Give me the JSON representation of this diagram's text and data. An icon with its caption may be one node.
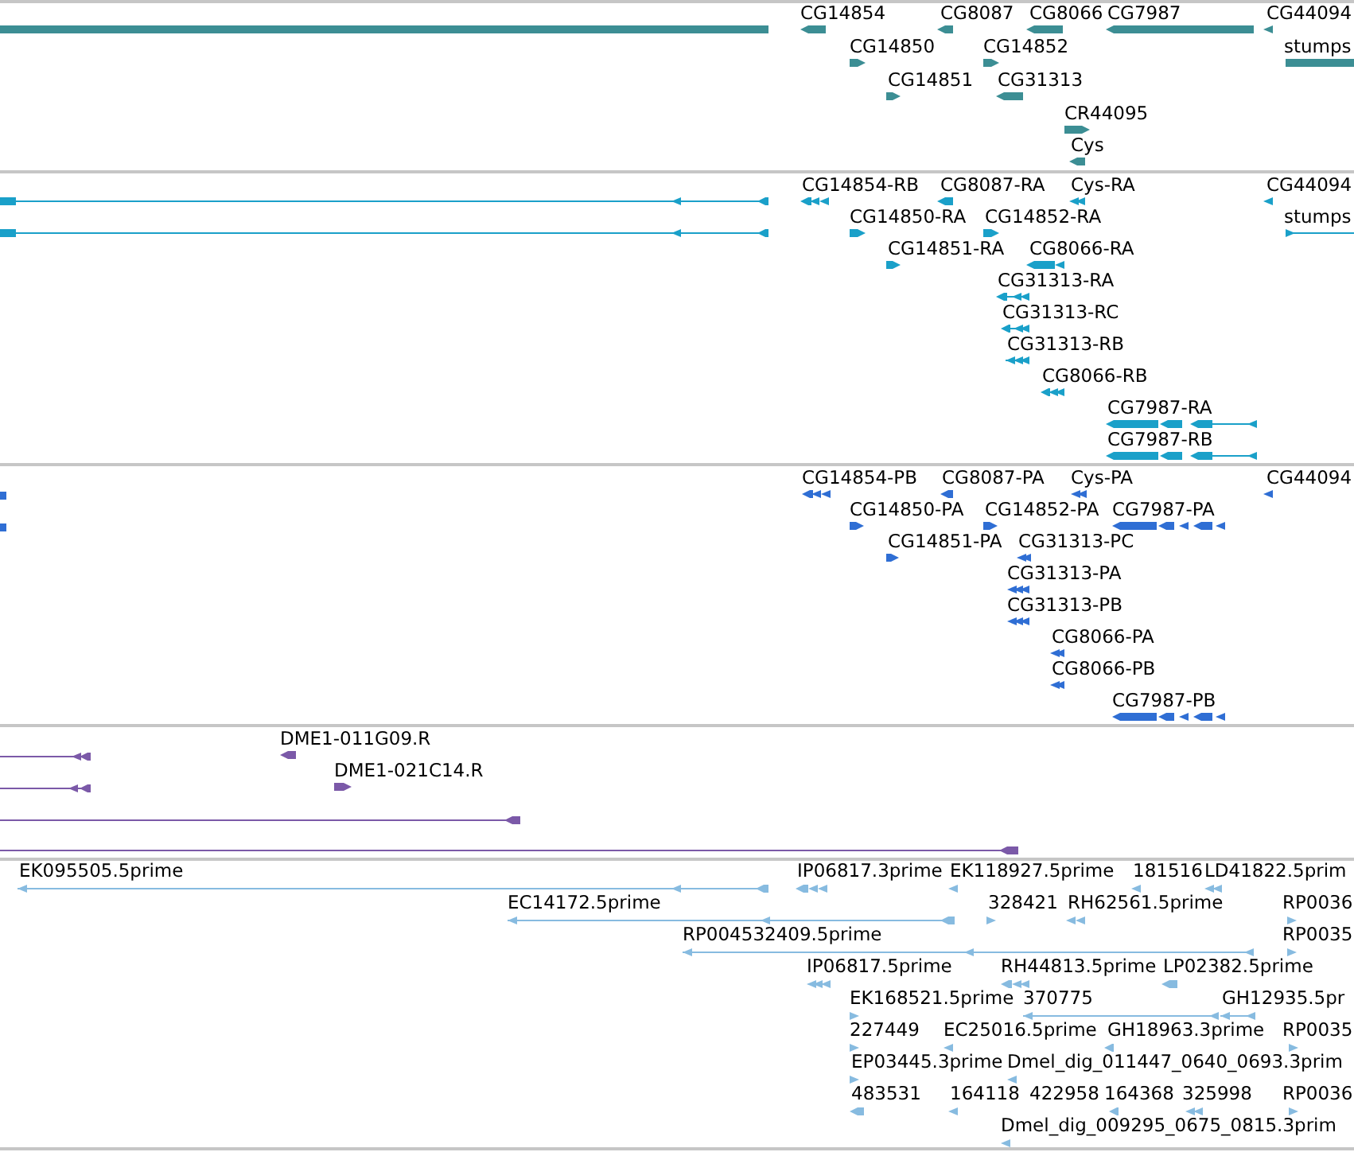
{
  "diagram": {
    "nodes": [
      {
        "text": [],
        "shape": "bar"
      },
      {
        "text": [
          "CG14854"
        ]
      },
      {
        "text": [
          "CG8087"
        ]
      },
      {
        "text": [
          "CG8066"
        ]
      },
      {
        "text": [
          "CG7987"
        ]
      },
      {
        "text": [
          "CG44094"
        ]
      },
      {
        "text": [
          "CG14850"
        ]
      },
      {
        "text": [
          "CG14852"
        ]
      },
      {
        "text": [
          "stumps"
        ]
      },
      {
        "text": [
          "CG14851"
        ]
      },
      {
        "text": [
          "CG31313"
        ]
      },
      {
        "text": [
          "CR44095"
        ]
      },
      {
        "text": [
          "Cys"
        ]
      },
      {
        "text": [],
        "shape": "line"
      },
      {
        "text": [
          "CG14854-RB"
        ]
      },
      {
        "text": [
          "CG8087-RA"
        ]
      },
      {
        "text": [
          "Cys-RA"
        ]
      },
      {
        "text": [
          "CG44094"
        ]
      },
      {
        "text": [],
        "shape": "line"
      },
      {
        "text": [
          "CG14850-RA"
        ]
      },
      {
        "text": [
          "CG14852-RA"
        ]
      },
      {
        "text": [
          "stumps"
        ]
      },
      {
        "text": [
          "CG14851-RA"
        ]
      },
      {
        "text": [
          "CG8066-RA"
        ]
      },
      {
        "text": [
          "CG31313-RA"
        ]
      },
      {
        "text": [
          "CG31313-RC"
        ]
      },
      {
        "text": [
          "CG31313-RB"
        ]
      },
      {
        "text": [
          "CG8066-RB"
        ]
      },
      {
        "text": [
          "CG7987-RA"
        ]
      },
      {
        "text": [
          "CG7987-RB"
        ]
      },
      {
        "text": [],
        "shape": "bar"
      },
      {
        "text": [
          "CG14854-PB"
        ]
      },
      {
        "text": [
          "CG8087-PA"
        ]
      },
      {
        "text": [
          "Cys-PA"
        ]
      },
      {
        "text": [
          "CG44094"
        ]
      },
      {
        "text": [],
        "shape": "bar"
      },
      {
        "text": [
          "CG14850-PA"
        ]
      },
      {
        "text": [
          "CG14852-PA"
        ]
      },
      {
        "text": [
          "CG7987-PA"
        ]
      },
      {
        "text": [
          "CG14851-PA"
        ]
      },
      {
        "text": [
          "CG31313-PC"
        ]
      },
      {
        "text": [
          "CG31313-PA"
        ]
      },
      {
        "text": [
          "CG31313-PB"
        ]
      },
      {
        "text": [
          "CG8066-PA"
        ]
      },
      {
        "text": [
          "CG8066-PB"
        ]
      },
      {
        "text": [
          "CG7987-PB"
        ]
      },
      {
        "text": [],
        "shape": "line"
      },
      {
        "text": [
          "DME1-011G09.R"
        ]
      },
      {
        "text": [],
        "shape": "line"
      },
      {
        "text": [
          "DME1-021C14.R"
        ]
      },
      {
        "text": [],
        "shape": "line"
      },
      {
        "text": [],
        "shape": "line"
      },
      {
        "text": [
          "EK095505.5prime"
        ]
      },
      {
        "text": [
          "IP06817.3prime"
        ]
      },
      {
        "text": [
          "EK118927.5prime"
        ]
      },
      {
        "text": [
          "181516"
        ]
      },
      {
        "text": [
          "LD41822.5prim"
        ]
      },
      {
        "text": [
          "EC14172.5prime"
        ]
      },
      {
        "text": [
          "328421"
        ]
      },
      {
        "text": [
          "RH62561.5prime"
        ]
      },
      {
        "text": [
          "RP0036"
        ]
      },
      {
        "text": [
          "RP004532409.5prime"
        ]
      },
      {
        "text": [
          "RP0035"
        ]
      },
      {
        "text": [
          "IP06817.5prime"
        ]
      },
      {
        "text": [
          "RH44813.5prime"
        ]
      },
      {
        "text": [
          "LP02382.5prime"
        ]
      },
      {
        "text": [
          "EK168521.5prime"
        ]
      },
      {
        "text": [
          "370775"
        ]
      },
      {
        "text": [
          "GH12935.5pr"
        ]
      },
      {
        "text": [
          "227449"
        ]
      },
      {
        "text": [
          "EC25016.5prime"
        ]
      },
      {
        "text": [
          "GH18963.3prime"
        ]
      },
      {
        "text": [
          "RP0035"
        ]
      },
      {
        "text": [
          "EP03445.3prime"
        ]
      },
      {
        "text": [
          "Dmel_dig_011447_0640_0693.3prim"
        ]
      },
      {
        "text": [
          "483531"
        ]
      },
      {
        "text": [
          "164118"
        ]
      },
      {
        "text": [
          "422958"
        ]
      },
      {
        "text": [
          "164368"
        ]
      },
      {
        "text": [
          "325998"
        ]
      },
      {
        "text": [
          "RP0036"
        ]
      },
      {
        "text": [
          "Dmel_dig_009295_0675_0815.3prim"
        ]
      }
    ]
  }
}
